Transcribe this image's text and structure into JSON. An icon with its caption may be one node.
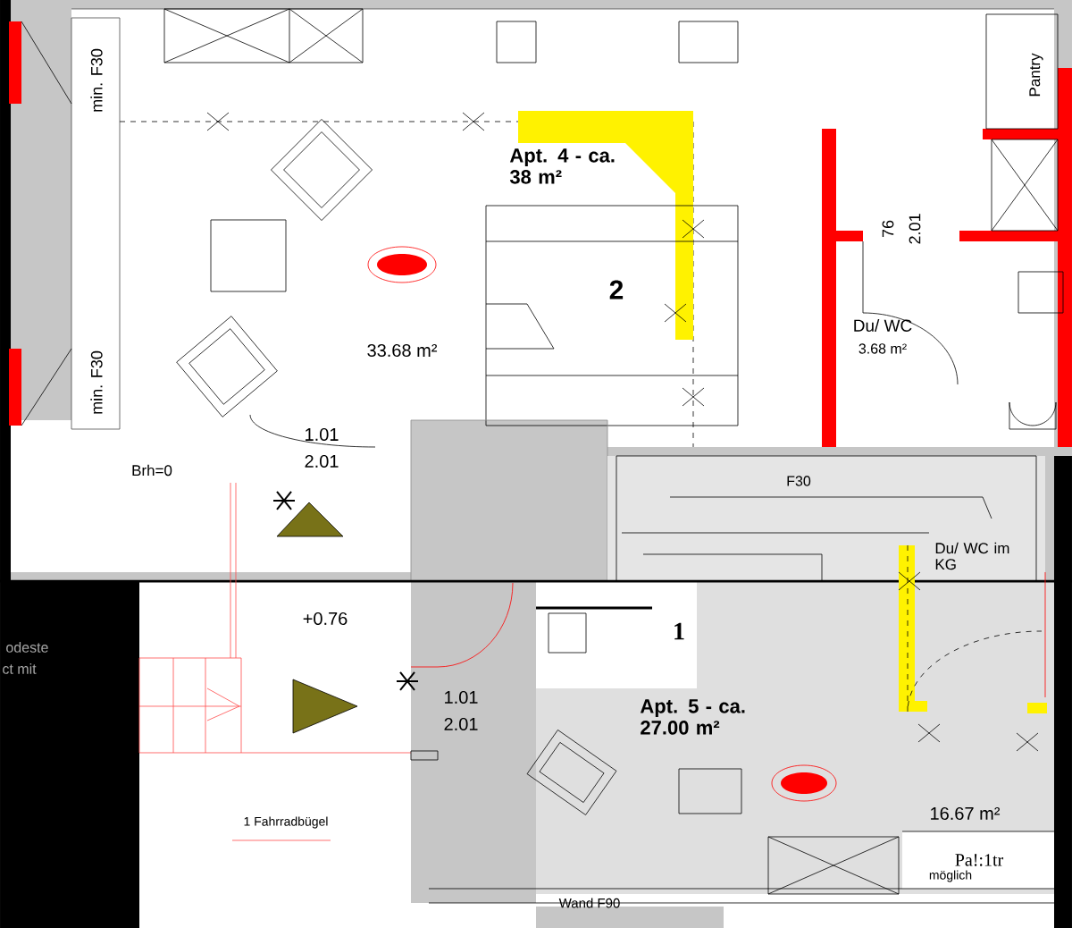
{
  "diagram": {
    "labels": [
      "min. F30",
      "Pantry",
      "Apt. 4 - ca. 38 m²",
      "76",
      "2.01",
      "2",
      "33.68 m²",
      "Du/ WC",
      "3.68 m²",
      "min. F30",
      "1.01",
      "2.01",
      "Brh=0",
      "F30",
      "Du/ WC im KG",
      "+0.76",
      "odeste",
      "ct mit",
      "1",
      "1.01",
      "2.01",
      "Apt. 5 - ca. 27.00 m²",
      "1 Fahrradbügel",
      "16.67 m²",
      "Pa!:1tr",
      "möglich",
      "Wand F90"
    ]
  }
}
